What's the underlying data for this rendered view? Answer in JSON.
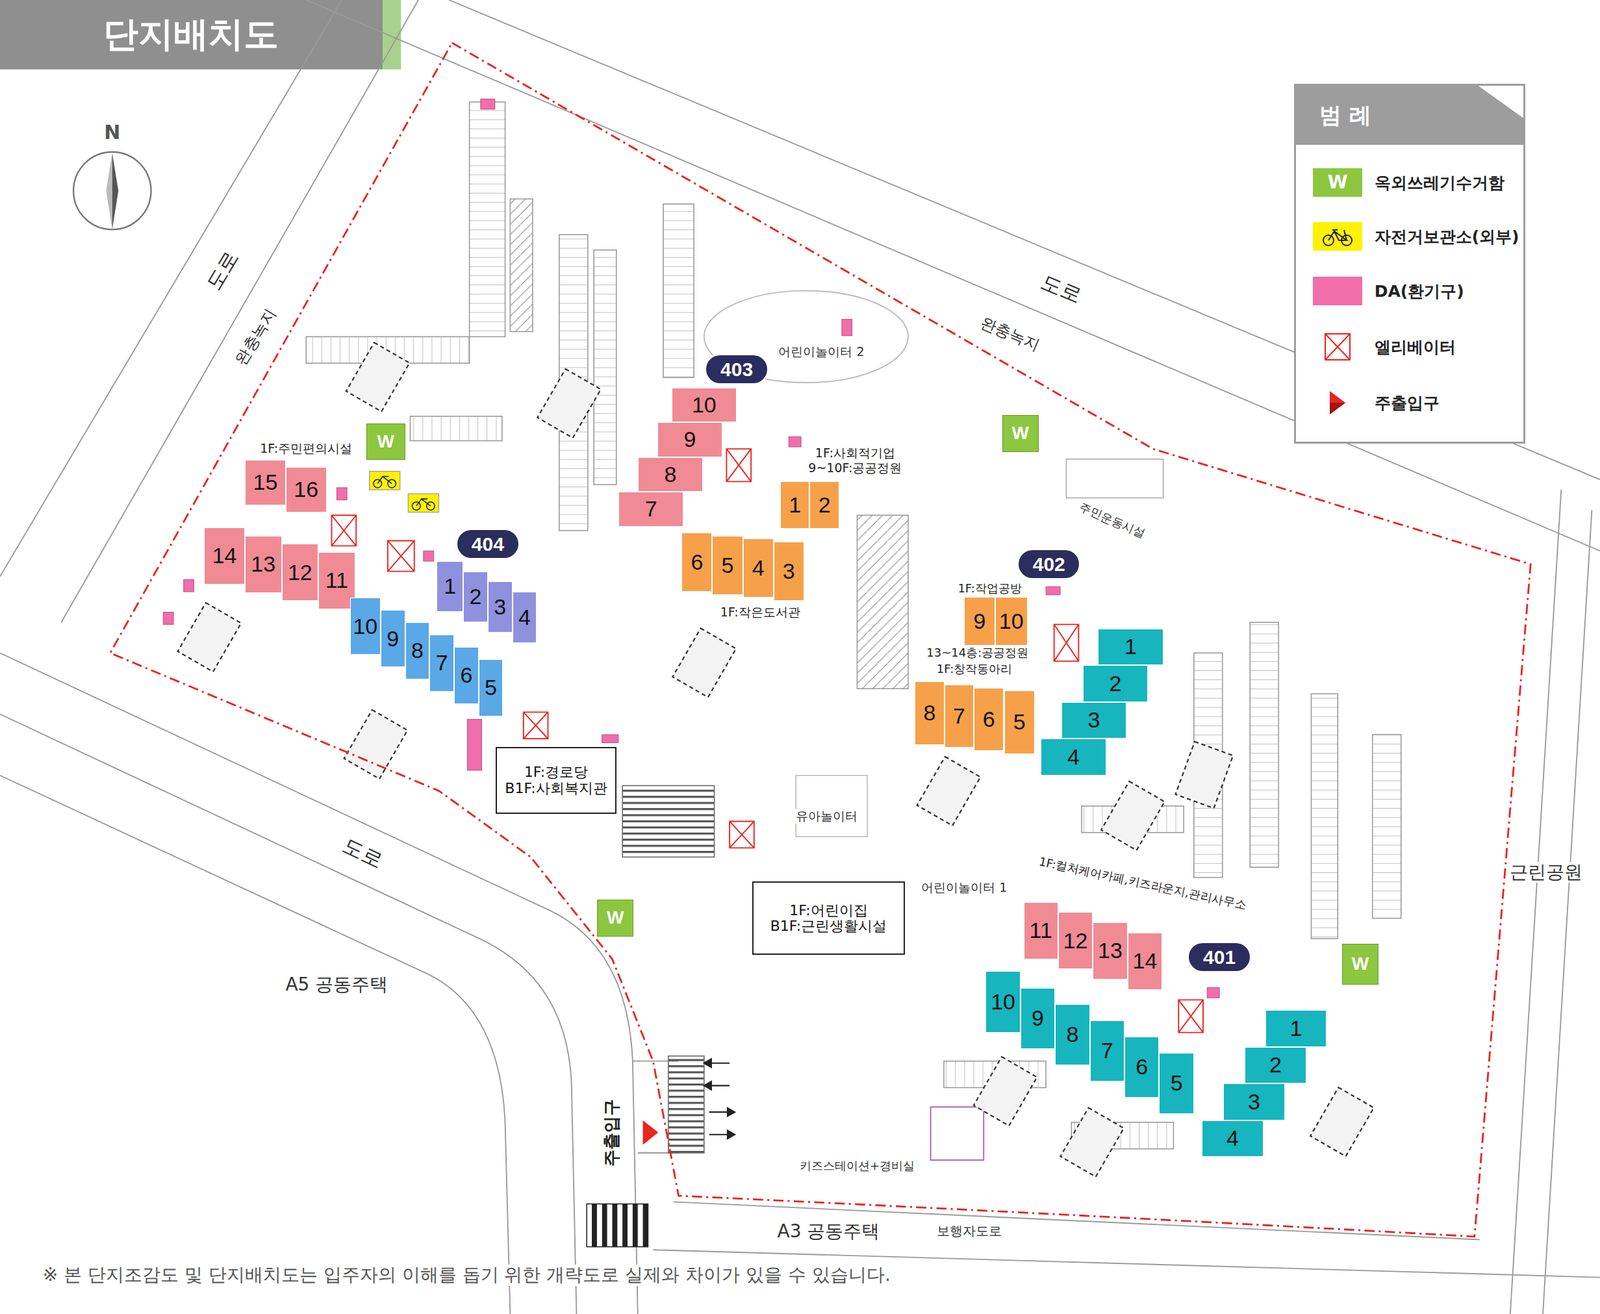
{
  "diagram": {
    "title": "단지배치도",
    "caption": "※ 본 단지조감도 및 단지배치도는 입주자의 이해를 돕기 위한 개략도로 실제와 차이가 있을 수 있습니다.",
    "nodes": [
      {
        "text": [
          "403"
        ]
      },
      {
        "text": [
          "10"
        ]
      },
      {
        "text": [
          "9"
        ]
      },
      {
        "text": [
          "8"
        ]
      },
      {
        "text": [
          "7"
        ]
      },
      {
        "text": [
          "1"
        ]
      },
      {
        "text": [
          "2"
        ]
      },
      {
        "text": [
          "6"
        ]
      },
      {
        "text": [
          "5"
        ]
      },
      {
        "text": [
          "4"
        ]
      },
      {
        "text": [
          "3"
        ]
      },
      {
        "text": [
          "404"
        ]
      },
      {
        "text": [
          "15"
        ]
      },
      {
        "text": [
          "16"
        ]
      },
      {
        "text": [
          "14"
        ]
      },
      {
        "text": [
          "13"
        ]
      },
      {
        "text": [
          "12"
        ]
      },
      {
        "text": [
          "11"
        ]
      },
      {
        "text": [
          "10"
        ]
      },
      {
        "text": [
          "9"
        ]
      },
      {
        "text": [
          "8"
        ]
      },
      {
        "text": [
          "7"
        ]
      },
      {
        "text": [
          "6"
        ]
      },
      {
        "text": [
          "5"
        ]
      },
      {
        "text": [
          "1"
        ]
      },
      {
        "text": [
          "2"
        ]
      },
      {
        "text": [
          "3"
        ]
      },
      {
        "text": [
          "4"
        ]
      },
      {
        "text": [
          "402"
        ]
      },
      {
        "text": [
          "9"
        ]
      },
      {
        "text": [
          "10"
        ]
      },
      {
        "text": [
          "8"
        ]
      },
      {
        "text": [
          "7"
        ]
      },
      {
        "text": [
          "6"
        ]
      },
      {
        "text": [
          "5"
        ]
      },
      {
        "text": [
          "1"
        ]
      },
      {
        "text": [
          "2"
        ]
      },
      {
        "text": [
          "3"
        ]
      },
      {
        "text": [
          "4"
        ]
      },
      {
        "text": [
          "401"
        ]
      },
      {
        "text": [
          "11"
        ]
      },
      {
        "text": [
          "12"
        ]
      },
      {
        "text": [
          "13"
        ]
      },
      {
        "text": [
          "14"
        ]
      },
      {
        "text": [
          "10"
        ]
      },
      {
        "text": [
          "9"
        ]
      },
      {
        "text": [
          "8"
        ]
      },
      {
        "text": [
          "7"
        ]
      },
      {
        "text": [
          "6"
        ]
      },
      {
        "text": [
          "5"
        ]
      },
      {
        "text": [
          "1"
        ]
      },
      {
        "text": [
          "2"
        ]
      },
      {
        "text": [
          "3"
        ]
      },
      {
        "text": [
          "4"
        ]
      },
      {
        "text": [
          "1F:경로당",
          "B1F:사회복지관"
        ]
      },
      {
        "text": [
          "1F:어린이집",
          "B1F:근린생활시설"
        ]
      },
      {
        "text": [
          "W"
        ]
      },
      {
        "text": [
          "W"
        ]
      },
      {
        "text": [
          "W"
        ]
      },
      {
        "text": [
          "W"
        ]
      }
    ],
    "labels": [
      "N",
      "도로",
      "완충녹지",
      "도로",
      "완충녹지",
      "어린이놀이터 2",
      "1F:주민편의시설",
      "1F:사회적기업",
      "9~10F:공공정원",
      "1F:작은도서관",
      "주민운동시설",
      "1F:작업공방",
      "13~14층:공공정원",
      "1F:창작동아리",
      "도로",
      "유아놀이터",
      "어린이놀이터 1",
      "근린공원",
      "1F:컬처케어카페,키즈라운지,관리사무소",
      "A5 공동주택",
      "주출입구",
      "키즈스테이션+경비실",
      "A3 공동주택",
      "보행자도로",
      "범 례",
      "W"
    ],
    "legend": [
      {
        "text": "옥외쓰레기수거함",
        "color": "#8dc63f"
      },
      {
        "text": "자전거보관소(외부)",
        "color": "#fff200"
      },
      {
        "text": "DA(환기구)",
        "color": "#f06eaa"
      },
      {
        "text": "엘리베이터"
      },
      {
        "text": "주출입구"
      }
    ]
  }
}
